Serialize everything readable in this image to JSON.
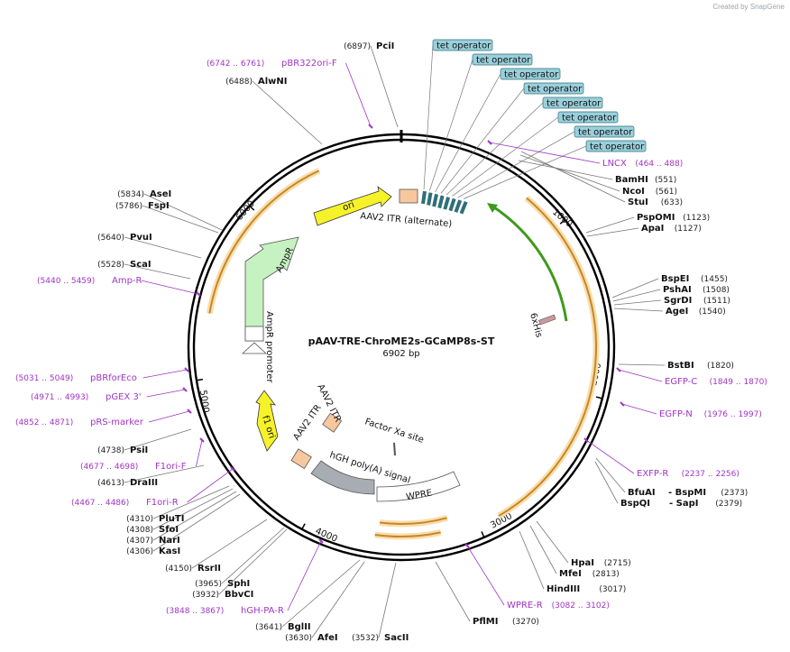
{
  "brand": "Created by SnapGene",
  "map": {
    "name": "pAAV-TRE-ChroME2s-GCaMP8s-ST",
    "size": "6902 bp"
  },
  "ticks": [
    "1000",
    "2000",
    "3000",
    "4000",
    "5000",
    "6000"
  ],
  "tet_operators": [
    "tet operator",
    "tet operator",
    "tet operator",
    "tet operator",
    "tet operator",
    "tet operator",
    "tet operator",
    "tet operator"
  ],
  "sites_right": [
    {
      "name": "BamHI",
      "pos": "(551)"
    },
    {
      "name": "NcoI",
      "pos": "(561)"
    },
    {
      "name": "StuI",
      "pos": "(633)"
    },
    {
      "name": "PspOMI",
      "pos": "(1123)"
    },
    {
      "name": "ApaI",
      "pos": "(1127)"
    },
    {
      "name": "BspEI",
      "pos": "(1455)"
    },
    {
      "name": "PshAI",
      "pos": "(1508)"
    },
    {
      "name": "SgrDI",
      "pos": "(1511)"
    },
    {
      "name": "AgeI",
      "pos": "(1540)"
    },
    {
      "name": "BstBI",
      "pos": "(1820)"
    },
    {
      "name": "BfuAI",
      "pos": ""
    },
    {
      "name": "- BspMI",
      "pos": "(2373)"
    },
    {
      "name": "BspQI",
      "pos": ""
    },
    {
      "name": "- SapI",
      "pos": "(2379)"
    },
    {
      "name": "HpaI",
      "pos": "(2715)"
    },
    {
      "name": "MfeI",
      "pos": "(2813)"
    },
    {
      "name": "HindIII",
      "pos": "(3017)"
    },
    {
      "name": "PflMI",
      "pos": "(3270)"
    }
  ],
  "sites_left": [
    {
      "name": "PciI",
      "pos": "(6897)"
    },
    {
      "name": "AlwNI",
      "pos": "(6488)"
    },
    {
      "name": "AseI",
      "pos": "(5834)"
    },
    {
      "name": "FspI",
      "pos": "(5786)"
    },
    {
      "name": "PvuI",
      "pos": "(5640)"
    },
    {
      "name": "ScaI",
      "pos": "(5528)"
    },
    {
      "name": "PsiI",
      "pos": "(4738)"
    },
    {
      "name": "DraIII",
      "pos": "(4613)"
    },
    {
      "name": "PluTI",
      "pos": "(4310)"
    },
    {
      "name": "SfoI",
      "pos": "(4308)"
    },
    {
      "name": "NarI",
      "pos": "(4307)"
    },
    {
      "name": "KasI",
      "pos": "(4306)"
    },
    {
      "name": "RsrII",
      "pos": "(4150)"
    },
    {
      "name": "SphI",
      "pos": "(3965)"
    },
    {
      "name": "BbvCI",
      "pos": "(3932)"
    },
    {
      "name": "BglII",
      "pos": "(3641)"
    },
    {
      "name": "AfeI",
      "pos": "(3630)"
    },
    {
      "name": "SacII",
      "pos": "(3532)"
    }
  ],
  "primers": [
    {
      "name": "pBR322ori-F",
      "pos": "(6742 .. 6761)"
    },
    {
      "name": "LNCX",
      "pos": "(464 .. 488)"
    },
    {
      "name": "Amp-R",
      "pos": "(5440 .. 5459)"
    },
    {
      "name": "EGFP-C",
      "pos": "(1849 .. 1870)"
    },
    {
      "name": "EGFP-N",
      "pos": "(1976 .. 1997)"
    },
    {
      "name": "pBRforEco",
      "pos": "(5031 .. 5049)"
    },
    {
      "name": "pGEX 3'",
      "pos": "(4971 .. 4993)"
    },
    {
      "name": "pRS-marker",
      "pos": "(4852 .. 4871)"
    },
    {
      "name": "EXFP-R",
      "pos": "(2237 .. 2256)"
    },
    {
      "name": "F1ori-F",
      "pos": "(4677 .. 4698)"
    },
    {
      "name": "F1ori-R",
      "pos": "(4467 .. 4486)"
    },
    {
      "name": "WPRE-R",
      "pos": "(3082 .. 3102)"
    },
    {
      "name": "hGH-PA-R",
      "pos": "(3848 .. 3867)"
    }
  ],
  "features": {
    "ori": "ori",
    "itr_alt": "AAV2 ITR (alternate)",
    "ampr": "AmpR",
    "ampr_promoter": "AmpR promoter",
    "his": "6xHis",
    "itr1": "AAV2 ITR",
    "itr2": "AAV2 ITR",
    "factor_xa": "Factor Xa site",
    "hgh": "hGH poly(A) signal",
    "f1": "f1 ori",
    "wpre": "WPRE"
  },
  "colors": {
    "backbone": "#000000",
    "orange_feature": "#f0a33b",
    "orange_fill": "#f7deb0",
    "green_feature": "#3e9a1c",
    "yellow_feature": "#f6f22a",
    "ampr_fill": "#c6f1c0",
    "tet_fill": "#9ad0dc",
    "itr_fill": "#f7c79e",
    "primer": "#a035c4",
    "grey_feature": "#a8adb3"
  }
}
